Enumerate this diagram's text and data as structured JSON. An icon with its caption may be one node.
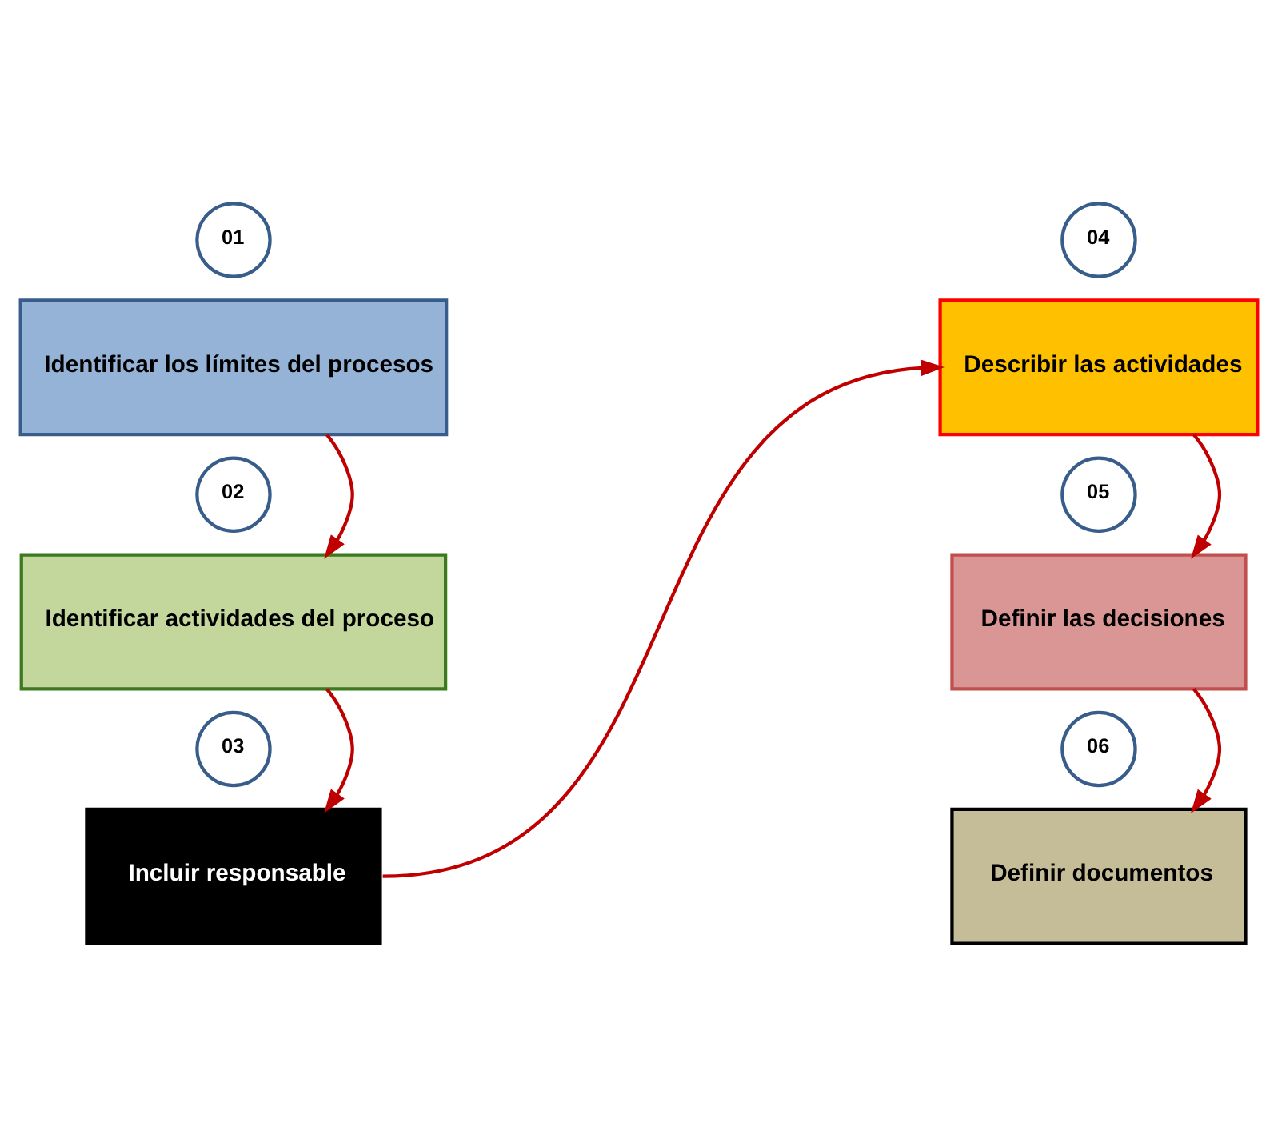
{
  "diagram": {
    "nodes": [
      {
        "text": [
          "01"
        ]
      },
      {
        "text": [
          "Identificar los límites del procesos"
        ]
      },
      {
        "text": [
          "02"
        ]
      },
      {
        "text": [
          "Identificar actividades del proceso"
        ]
      },
      {
        "text": [
          "03"
        ]
      },
      {
        "text": [
          "Incluir responsable"
        ]
      },
      {
        "text": [
          "04"
        ]
      },
      {
        "text": [
          "Describir las actividades"
        ]
      },
      {
        "text": [
          "05"
        ]
      },
      {
        "text": [
          "Definir las decisiones"
        ]
      },
      {
        "text": [
          "06"
        ]
      },
      {
        "text": [
          "Definir documentos"
        ]
      }
    ],
    "edges": [
      {
        "from": 1,
        "to": 3,
        "arrow": "to"
      },
      {
        "from": 3,
        "to": 5,
        "arrow": "to"
      },
      {
        "from": 5,
        "to": 7,
        "arrow": "to"
      },
      {
        "from": 7,
        "to": 9,
        "arrow": "to"
      },
      {
        "from": 9,
        "to": 11,
        "arrow": "to"
      }
    ]
  }
}
